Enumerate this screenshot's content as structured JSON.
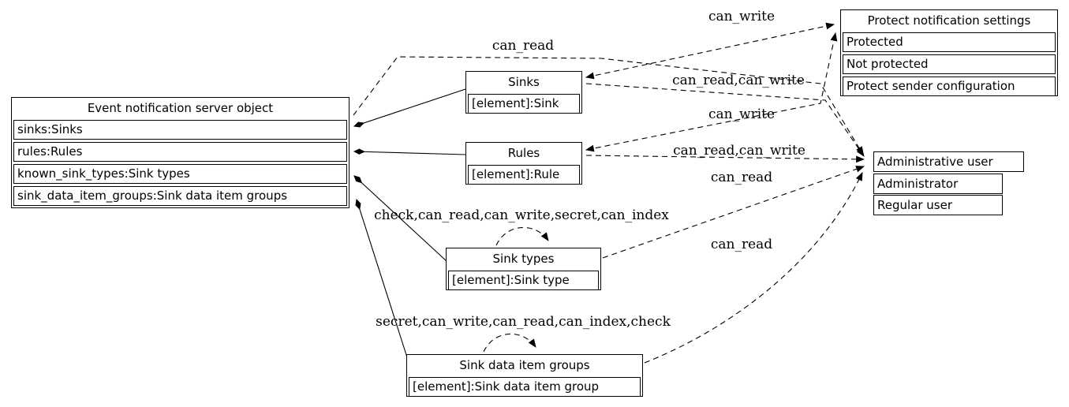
{
  "canvas": {
    "background": "#ffffff",
    "line_color": "#000000",
    "text_color": "#000000"
  },
  "nodes": {
    "server": {
      "title": "Event notification server object",
      "rows": [
        "sinks:Sinks",
        "rules:Rules",
        "known_sink_types:Sink types",
        "sink_data_item_groups:Sink data item groups"
      ]
    },
    "sinks": {
      "title": "Sinks",
      "rows": [
        "[element]:Sink"
      ]
    },
    "rules": {
      "title": "Rules",
      "rows": [
        "[element]:Rule"
      ]
    },
    "sink_types": {
      "title": "Sink types",
      "rows": [
        "[element]:Sink type"
      ]
    },
    "sink_data_item_groups": {
      "title": "Sink data item groups",
      "rows": [
        "[element]:Sink data item group"
      ]
    },
    "protect": {
      "title": "Protect notification settings",
      "rows": [
        "Protected",
        "Not protected",
        "Protect sender configuration"
      ]
    },
    "admin": {
      "title": "Administrative user",
      "rows": [
        "Administrator",
        "Regular user"
      ]
    }
  },
  "edge_labels": {
    "can_read_top": "can_read",
    "can_write_sinks": "can_write",
    "crw_sinks": "can_read,can_write",
    "can_write_rules": "can_write",
    "crw_rules": "can_read,can_write",
    "can_read_sink_types": "can_read",
    "can_read_sdig": "can_read",
    "loop_sink_types": "check,can_read,can_write,secret,can_index",
    "loop_sdig": "secret,can_write,can_read,can_index,check"
  }
}
